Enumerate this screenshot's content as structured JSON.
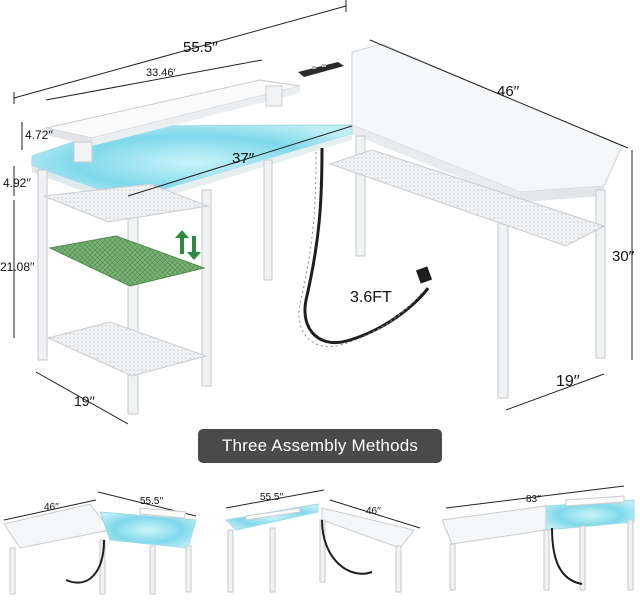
{
  "main": {
    "dims": {
      "overall_width": "55.5′′",
      "shelf_width": "33.46′",
      "right_depth": "46′′",
      "shelf_height": "4.72′′",
      "left_width": "37′′",
      "upper_gap": "4.92′′",
      "side_height": "21.08′′",
      "desk_height": "30′′",
      "left_depth": "19′′",
      "right_width": "19′′",
      "cable": "3.6FT"
    },
    "banner": "Three Assembly Methods",
    "methods": [
      {
        "a": "46′′",
        "b": "55.5′′"
      },
      {
        "a": "55.5′′",
        "b": "46′′"
      },
      {
        "a": "83′′"
      }
    ]
  },
  "colors": {
    "led_glow": "#8fe3f2",
    "shelf_green": "#6da86a",
    "banner_bg": "#4a4a4a",
    "desk_white": "#f4f5f6"
  }
}
